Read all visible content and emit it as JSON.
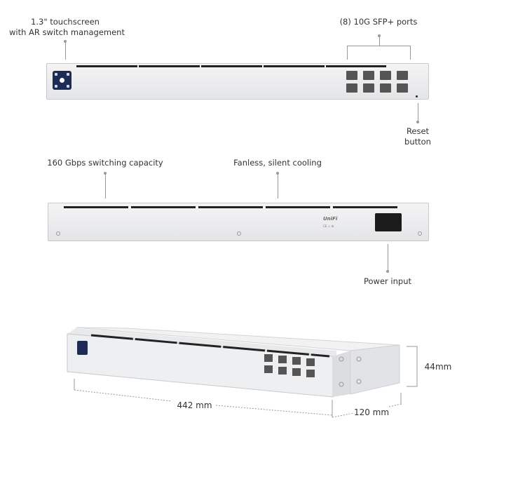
{
  "front_view": {
    "callouts": {
      "touchscreen_line1": "1.3\" touchscreen",
      "touchscreen_line2": "with AR switch management",
      "sfp_ports": "(8) 10G SFP+ ports",
      "reset_line1": "Reset",
      "reset_line2": "button"
    }
  },
  "rear_view": {
    "callouts": {
      "switching": "160 Gbps switching capacity",
      "cooling": "Fanless, silent cooling",
      "power": "Power input"
    },
    "brand": "UniFi"
  },
  "dimensions": {
    "width": "442 mm",
    "depth": "120 mm",
    "height": "44mm"
  }
}
